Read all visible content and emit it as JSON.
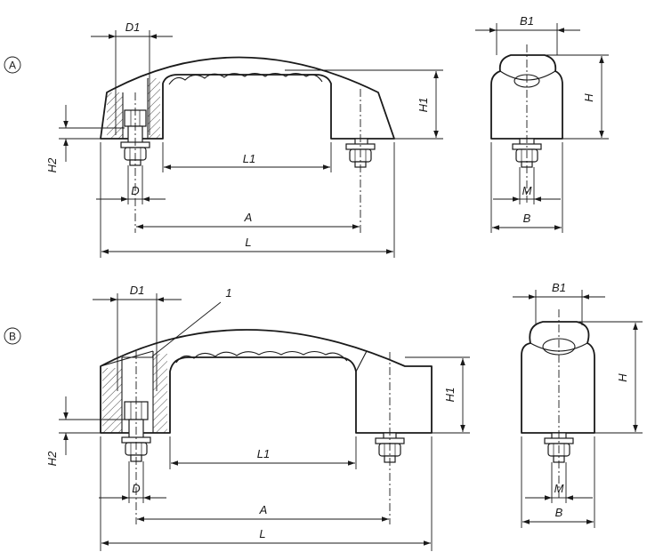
{
  "variants": [
    {
      "marker": "A"
    },
    {
      "marker": "B"
    }
  ],
  "dimensions": {
    "D1": "D1",
    "B1": "B1",
    "H": "H",
    "H1": "H1",
    "H2": "H2",
    "L1": "L1",
    "D": "D",
    "M": "M",
    "A": "A",
    "B": "B",
    "L": "L"
  },
  "callout": "1",
  "colors": {
    "line": "#1a1a1a",
    "background": "#ffffff"
  }
}
